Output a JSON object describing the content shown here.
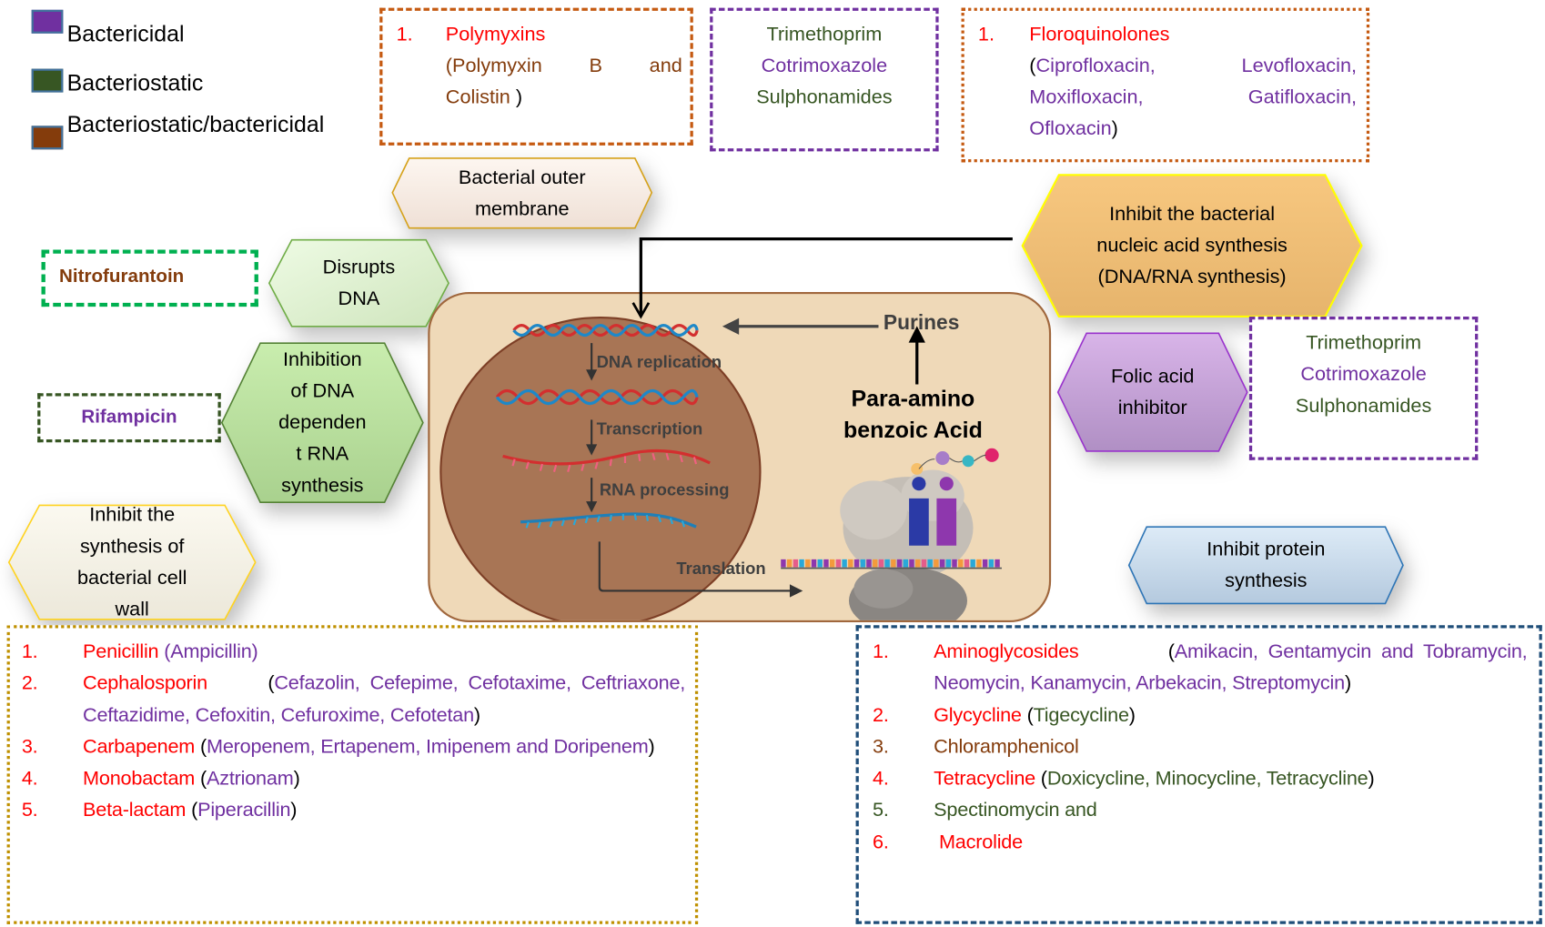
{
  "legend": [
    {
      "label": "Bactericidal",
      "color": "#7030a0"
    },
    {
      "label": "Bacteriostatic",
      "color": "#375623"
    },
    {
      "label": "Bacteriostatic/bactericidal",
      "color": "#843c0c"
    }
  ],
  "outer_membrane": {
    "mechanism": "Bacterial outer membrane",
    "drugs": {
      "num": "1.",
      "class": "Polymyxins",
      "open": "(Polymyxin",
      "b": "B",
      "and": "and",
      "colistin": "Colistin",
      "close": " )"
    }
  },
  "top_folic_box": {
    "items": [
      "Trimethoprim",
      "Cotrimoxazole",
      "Sulphonamides"
    ]
  },
  "nucleic_acid": {
    "mechanism": "Inhibit the bacterial nucleic acid synthesis (DNA/RNA synthesis)",
    "lines": [
      "Inhibit the bacterial",
      "nucleic acid synthesis",
      "(DNA/RNA synthesis)"
    ],
    "drugs": {
      "num": "1.",
      "class": "Floroquinolones",
      "members": [
        "Ciprofloxacin,",
        "Levofloxacin,",
        "Moxifloxacin,",
        "Gatifloxacin,",
        "Ofloxacin"
      ]
    }
  },
  "disrupts_dna": {
    "lines": [
      "Disrupts",
      "DNA"
    ],
    "drug": "Nitrofurantoin"
  },
  "rna_synthesis": {
    "lines": [
      "Inhibition",
      "of DNA",
      "dependen",
      "t RNA",
      "synthesis"
    ],
    "drug": "Rifampicin"
  },
  "folic_acid": {
    "lines": [
      "Folic acid",
      "inhibitor"
    ],
    "items": [
      "Trimethoprim",
      "Cotrimoxazole",
      "Sulphonamides"
    ]
  },
  "cell_wall": {
    "lines": [
      "Inhibit the",
      "synthesis of",
      "bacterial cell",
      "wall"
    ],
    "drugs": [
      {
        "num": "1.",
        "class": "Penicillin",
        "members": "(Ampicillin)"
      },
      {
        "num": "2.",
        "class": "Cephalosporin",
        "open": "(",
        "members": "Cefazolin, Cefepime, Cefotaxime, Ceftriaxone, Ceftazidime, Cefoxitin, Cefuroxime, Cefotetan",
        "close": ")"
      },
      {
        "num": "3.",
        "class": "Carbapenem",
        "open": "(",
        "members": "Meropenem, Ertapenem, Imipenem and Doripenem",
        "close": ")"
      },
      {
        "num": "4.",
        "class": "Monobactam",
        "open": "(",
        "members": "Aztrionam",
        "close": ")"
      },
      {
        "num": "5.",
        "class": "Beta-lactam",
        "open": "(",
        "members": "Piperacillin",
        "close": ")"
      }
    ]
  },
  "protein_synthesis": {
    "lines": [
      "Inhibit protein",
      "synthesis"
    ],
    "drugs": [
      {
        "num": "1.",
        "class": "Aminoglycosides",
        "open": "(",
        "members": "Amikacin, Gentamycin and Tobramycin, Neomycin, Kanamycin, Arbekacin, Streptomycin",
        "close": ")"
      },
      {
        "num": "2.",
        "class": "Glycycline",
        "open": "(",
        "members": "Tigecycline",
        "close": ")"
      },
      {
        "num": "3.",
        "class": "Chloramphenicol"
      },
      {
        "num": "4.",
        "class": "Tetracycline",
        "open": "(",
        "members": "Doxicycline, Minocycline, Tetracycline",
        "close": ")"
      },
      {
        "num": "5.",
        "class": "Spectinomycin and"
      },
      {
        "num": "6.",
        "class": " Macrolide"
      }
    ]
  },
  "cell_diagram": {
    "steps": [
      "DNA replication",
      "Transcription",
      "RNA processing",
      "Translation"
    ],
    "purines": "Purines",
    "paba_lines": [
      "Para-amino",
      "benzoic  Acid"
    ]
  }
}
